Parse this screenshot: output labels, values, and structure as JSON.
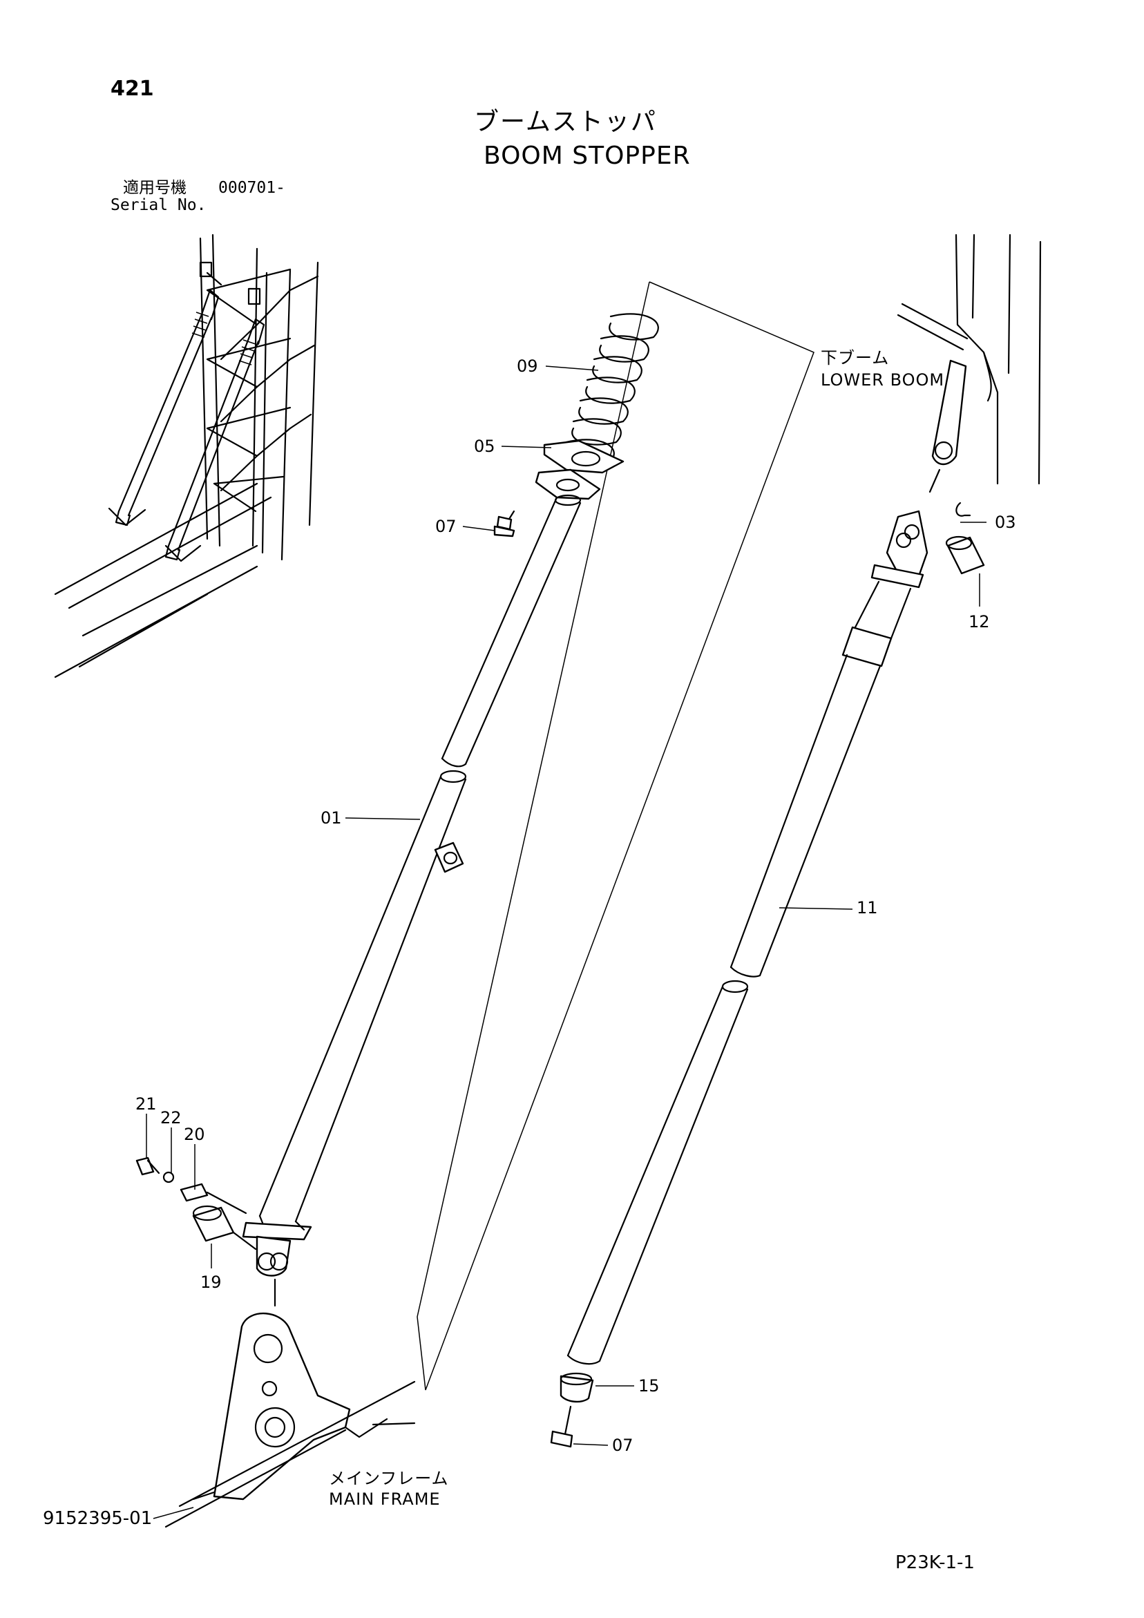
{
  "page_number": "421",
  "title_jp": "ブームストッパ",
  "title_en": "BOOM STOPPER",
  "serial": {
    "label_jp": "適用号機",
    "value": "000701-",
    "label_en": "Serial No."
  },
  "callouts": {
    "p01": "01",
    "p03": "03",
    "p05": "05",
    "p07a": "07",
    "p07b": "07",
    "p09": "09",
    "p11": "11",
    "p12": "12",
    "p15": "15",
    "p19": "19",
    "p20": "20",
    "p21": "21",
    "p22": "22"
  },
  "labels": {
    "lower_boom_jp": "下ブーム",
    "lower_boom_en": "LOWER BOOM",
    "main_frame_jp": "メインフレーム",
    "main_frame_en": "MAIN FRAME"
  },
  "footer": {
    "drawing_number": "9152395-01",
    "page_code": "P23K-1-1"
  }
}
